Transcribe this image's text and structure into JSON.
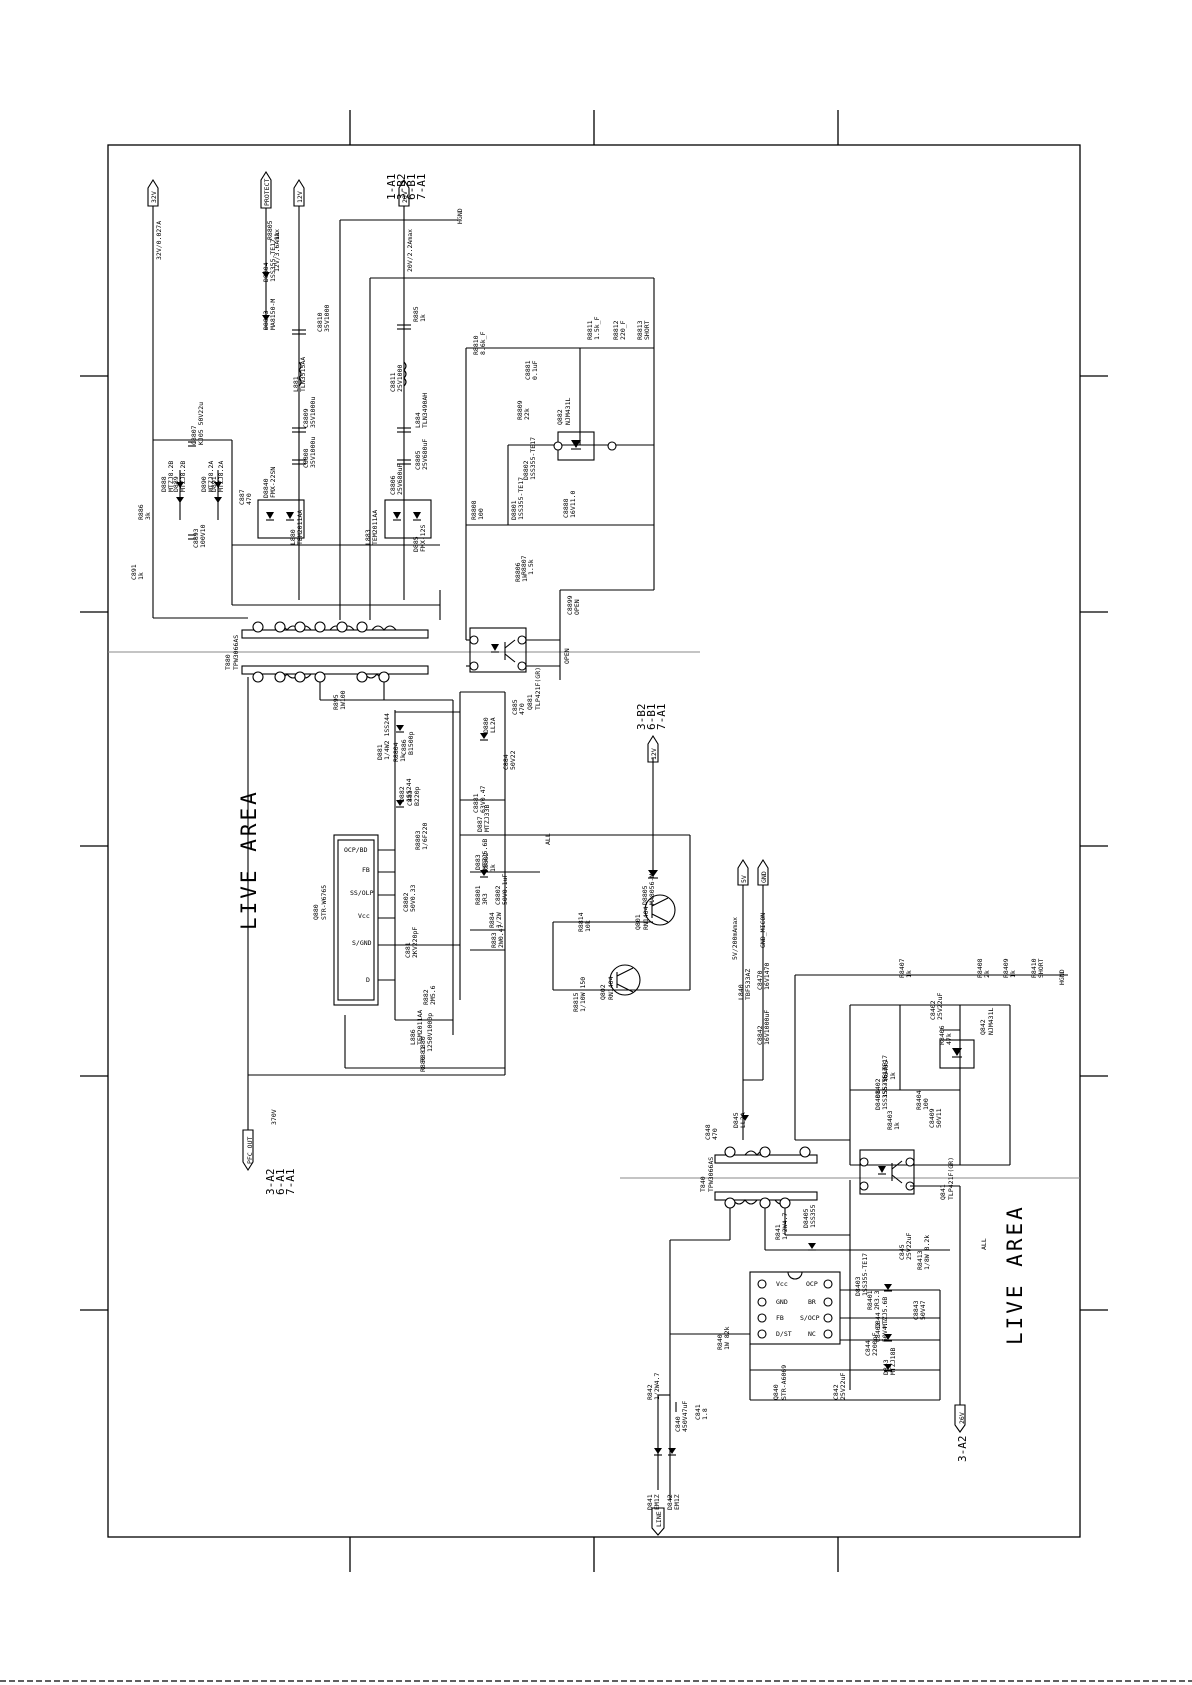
{
  "sheet": {
    "live_area_label": "LIVE AREA",
    "upper_refs": [
      "1-A1",
      "3-B2",
      "6-B1",
      "7-A1"
    ],
    "mid_refs": [
      "3-B2",
      "6-B1",
      "7-A1"
    ],
    "pfc_refs": [
      "3-A2",
      "6-A1",
      "7-A1"
    ],
    "lower_refs": [
      "3-A2"
    ]
  },
  "connectors": {
    "v32": "32V",
    "protect": "PROTECT",
    "v12": "12V",
    "v20": "20V",
    "v12_mid": "12V",
    "v5": "5V",
    "gnd": "GND",
    "pfc_out": "PFC_OUT",
    "line": "LINE",
    "v26": "26V"
  },
  "notes": {
    "out32": "32V/0.027A",
    "out12": "12V/3.6Amax",
    "out20": "20V/2.2Amax",
    "hgnd_top": "HGND",
    "hgnd_bottom": "HGND",
    "v370": "370V",
    "v5_current": "5V/200mAmax",
    "gnd_micon": "GND_MICON",
    "all1": "ALL",
    "all2": "ALL",
    "open": "OPEN"
  },
  "transformers": {
    "t880": {
      "ref": "T880",
      "part": "TPW3066AS"
    },
    "t840": {
      "ref": "T840",
      "part": "TPW3066AS"
    }
  },
  "ics": {
    "q880": {
      "ref": "Q880",
      "part": "STR-W6765",
      "pins": [
        "D",
        "S/GND",
        "Vcc",
        "SS/OLP",
        "FB",
        "OCP/BD"
      ]
    },
    "q840": {
      "ref": "Q840",
      "part": "STR-A6069",
      "pins": [
        "Vcc",
        "GND",
        "FB",
        "D/ST",
        "OCP",
        "BR",
        "S/OCP",
        "NC"
      ]
    },
    "q881": {
      "ref": "Q881",
      "part": "TLP421F(GR)"
    },
    "q841": {
      "ref": "Q841",
      "part": "TLP421F(GR)"
    },
    "q882": {
      "ref": "Q882",
      "part": "NJM431L"
    },
    "q842": {
      "ref": "Q842",
      "part": "NJM431L"
    },
    "q801": {
      "ref": "Q801",
      "part": "RN1404"
    },
    "q802": {
      "ref": "Q802",
      "part": "RN1404"
    }
  },
  "components": {
    "upper_secondary": [
      "R8805 1k",
      "D8804 1SS355-TE17",
      "D8803 MA8150-M",
      "C8810 35V1000",
      "L881 TLN3515AA",
      "C8809 35V1000u",
      "C8808 35V1000u",
      "D8840 FMX-22SN",
      "C887 470",
      "L880 TEM2011AA",
      "C8893 100V10",
      "D888 MTZJ8.2B",
      "D889 MTZJ8.2B",
      "D890 MTZJ8.2A",
      "D891 MTZJ8.2A",
      "C8807 KJ05 50V22u",
      "R886 3k",
      "C891 1k",
      "R885 1k",
      "C8811 25V1000",
      "L884 TLN3490AH",
      "C8805 25V680uF",
      "C8806 25V680uF",
      "D885 FMX-12S",
      "L883 TEM2011AA",
      "C884 470"
    ],
    "upper_feedback": [
      "R8810 8.6k_F",
      "C8881 0.1uF",
      "R8811 1.5k_F",
      "R8812 220_F",
      "R8813 SHORT",
      "R8809 22k",
      "D8802 1SS355-TE17",
      "D8801 1SS355-TE17",
      "R8808 100",
      "C8888 16V11.0",
      "R8806 1k",
      "R8807 1.5k",
      "C8899 OPEN"
    ],
    "upper_primary": [
      "R895 1W100",
      "D880 LL2A",
      "C885 470",
      "C884 50V22",
      "D881 1/4W2 1SS244",
      "R8804 1k",
      "C886 B1500p",
      "D882 1SS244",
      "C883 B220p",
      "C8881 63V0.47",
      "D887 MTZJ33B",
      "R8803 1/6F220",
      "D883 MTZJ5.6B",
      "R8802 1k",
      "C8802 50V0.1uF",
      "R8801 3R3",
      "C8802 50V0.33",
      "R884 1/2W",
      "R883 2W0.47",
      "R8814 10k",
      "C881 2KV220pF",
      "R882 2M5.6",
      "L886 TEM2011AA",
      "C880 1250V1000p",
      "R881",
      "R880",
      "R8815 1/10W 150",
      "D8805 MA8056-M"
    ],
    "lower_secondary": [
      "L840 TBF533AZ",
      "C8470 16V1470",
      "C8842 16V1000uF",
      "R8407 1k",
      "R8408 2k",
      "R8409 1k",
      "R8410 SHORT",
      "C8402 25V22uF",
      "R8406 47k",
      "R8405 1k",
      "D8402 1SS355-TE17",
      "D8401 1SS355-TE17",
      "R8404 100",
      "R8403 1k",
      "C8409 50V11",
      "D845 LL2A",
      "C848 470"
    ],
    "lower_primary": [
      "R841 1/2W4.7",
      "D8405 1SS355",
      "C845 25V22uF",
      "R8413 1/8W 8.2k",
      "D8403 1SS355-TE17",
      "R8401 2R3.3",
      "C8843 50V47",
      "D844 MTZJ5.6B",
      "C8403 50V4.7",
      "C844 2200pF",
      "D843 MTZJ18B",
      "C842 25V22uF",
      "R840 1W 82k",
      "R842 1/2W4.7",
      "C840 450V47uF",
      "C841 1.8",
      "D841 EM1Z",
      "D842 EM1Z"
    ]
  }
}
